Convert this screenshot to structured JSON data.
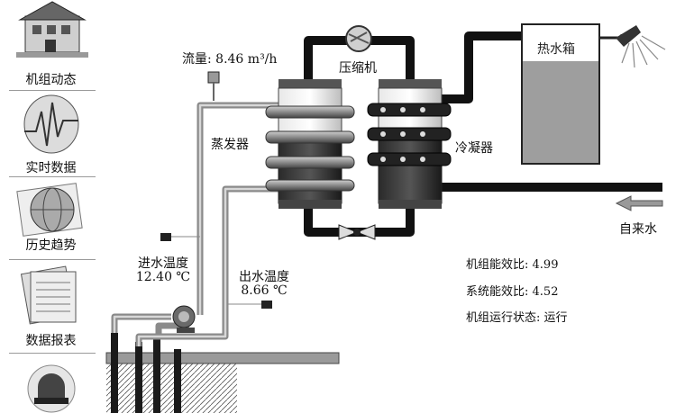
{
  "sidebar": {
    "items": [
      {
        "label": "机组动态",
        "icon": "house-icon"
      },
      {
        "label": "实时数据",
        "icon": "waveform-icon"
      },
      {
        "label": "历史趋势",
        "icon": "globe-icon"
      },
      {
        "label": "数据报表",
        "icon": "report-icon"
      },
      {
        "label": "",
        "icon": "alarm-light-icon"
      }
    ]
  },
  "diagram": {
    "flow_label": "流量: 8.46  m³/h",
    "compressor_label": "压缩机",
    "hot_water_tank_label": "热水箱",
    "evaporator_label": "蒸发器",
    "condenser_label": "冷凝器",
    "tap_water_label": "自来水",
    "inlet_temp_label": "进水温度",
    "inlet_temp_value": "12.40 ℃",
    "outlet_temp_label": "出水温度",
    "outlet_temp_value": "8.66 ℃"
  },
  "stats": {
    "unit_cop_label": "机组能效比:",
    "unit_cop_value": "4.99",
    "system_cop_label": "系统能效比:",
    "system_cop_value": "4.52",
    "status_label": "机组运行状态:",
    "status_value": "运行"
  }
}
